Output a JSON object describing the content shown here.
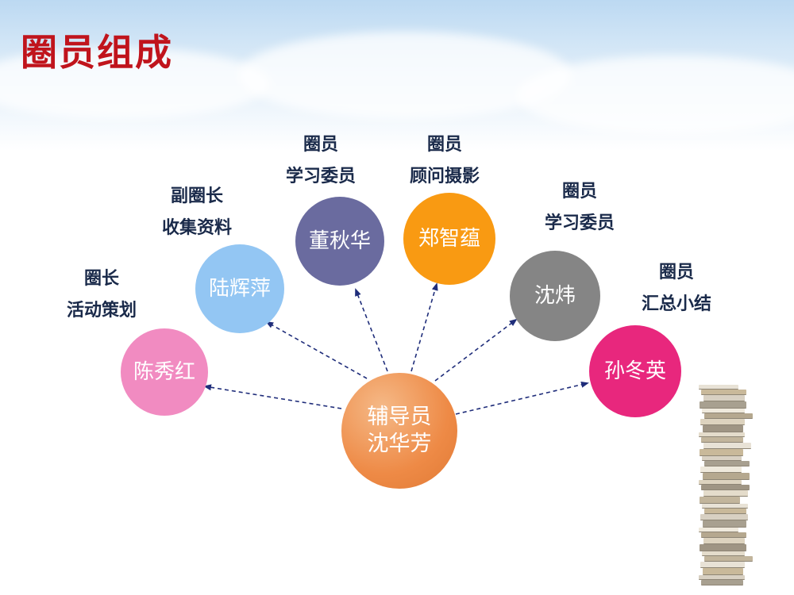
{
  "title": "圈员组成",
  "center": {
    "line1": "辅导员",
    "line2": "沈华芳"
  },
  "members": [
    {
      "name": "陈秀红",
      "role1": "圈长",
      "role2": "活动策划",
      "color": "#f18bc1"
    },
    {
      "name": "陆辉萍",
      "role1": "副圈长",
      "role2": "收集资料",
      "color": "#93c6f3"
    },
    {
      "name": "董秋华",
      "role1": "圈员",
      "role2": "学习委员",
      "color": "#6a6b9f"
    },
    {
      "name": "郑智蕴",
      "role1": "圈员",
      "role2": "顾问摄影",
      "color": "#f99a12"
    },
    {
      "name": "沈炜",
      "role1": "圈员",
      "role2": "学习委员",
      "color": "#858585"
    },
    {
      "name": "孙冬英",
      "role1": "圈员",
      "role2": "汇总小结",
      "color": "#e8277d"
    }
  ],
  "colors": {
    "title": "#c0141c",
    "center": "#ee8a46",
    "arrow": "#1f2d7a",
    "role_text": "#1a2a4a"
  },
  "icons": [
    "book-stack-icon"
  ]
}
